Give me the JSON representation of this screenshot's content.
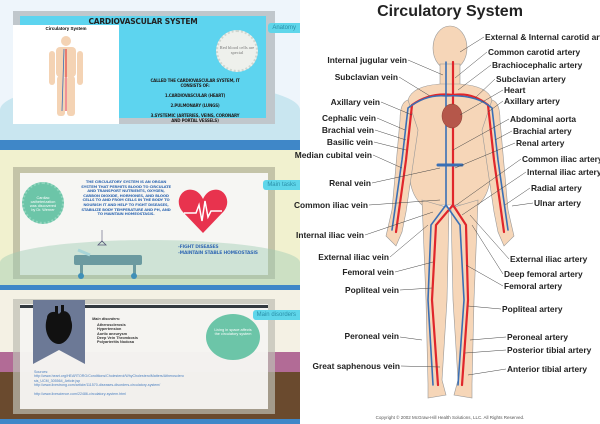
{
  "slide1": {
    "title": "Cardiovascular System",
    "thumb_title": "Circulatory System",
    "tag": "Anatomy",
    "badge": "Red blood cells are special",
    "intro": "Called the cardiovascular system, it consists of:",
    "items": [
      "1.Cardiovascular (heart)",
      "2.Pulmonary (lungs)",
      "3.Systemic (arteries, veins, coronary and portal vessels)"
    ]
  },
  "slide2": {
    "tag": "Main tasks",
    "badge": "Cardiac catheterization was discovered by Dr. Werner",
    "body": "The circulatory system is an organ system that permits blood to circulate and transport nutrients, oxygen, carbon dioxide, hormones, and blood cells to and from cells in the body to nourish it and help to fight diseases, stabilize body temperature and pH, and to maintain homeostasis.",
    "tasks": [
      "-Fight diseases",
      "-Maintain stable homeostasis"
    ]
  },
  "slide3": {
    "tag": "Main disorders",
    "heading": "Main disorders:",
    "disorders": [
      "Atherosclerosis",
      "Hypertension",
      "Aortic aneurysm",
      "Deep Vein Thrombosis",
      "Polyarteritis Nodosa"
    ],
    "badge": "Living in space affects the circulatory system",
    "sources_label": "Sources:",
    "sources": [
      "http://www.heart.org/HEARTORG/Conditions/Cholesterol/WhyCholesterolMatters/Atherosclerosis_UCM_305564_Article.jsp",
      "http://www.livestrong.com/article/111570-diseases-disorders-circulatory-system/",
      "http://www.livescience.com/22486-circulatory-system.html"
    ]
  },
  "diagram": {
    "title": "Circulatory System",
    "copyright": "Copyright © 2002 McGraw-Hill Health Solutions, LLC. All Rights Reserved.",
    "veins": [
      "Internal jugular vein",
      "Subclavian vein",
      "Axillary vein",
      "Cephalic vein",
      "Brachial vein",
      "Basilic vein",
      "Median cubital vein",
      "Renal vein",
      "Common iliac vein",
      "Internal iliac vein",
      "External iliac vein",
      "Femoral vein",
      "Popliteal vein",
      "Peroneal vein",
      "Great saphenous vein"
    ],
    "arteries": [
      "External & Internal carotid artery",
      "Common carotid artery",
      "Brachiocephalic artery",
      "Subclavian artery",
      "Heart",
      "Axillary artery",
      "Abdominal aorta",
      "Brachial artery",
      "Renal artery",
      "Common iliac artery",
      "Internal iliac artery",
      "Radial artery",
      "Ulnar artery",
      "External iliac artery",
      "Deep femoral artery",
      "Femoral artery",
      "Popliteal artery",
      "Peroneal artery",
      "Posterior tibial artery",
      "Anterior tibial artery"
    ]
  },
  "colors": {
    "artery": "#e0262b",
    "vein": "#3a6fb5",
    "skin": "#f6d6b8",
    "slide_cyan": "#5dd4ef",
    "badge_green": "#6cc5a8"
  }
}
